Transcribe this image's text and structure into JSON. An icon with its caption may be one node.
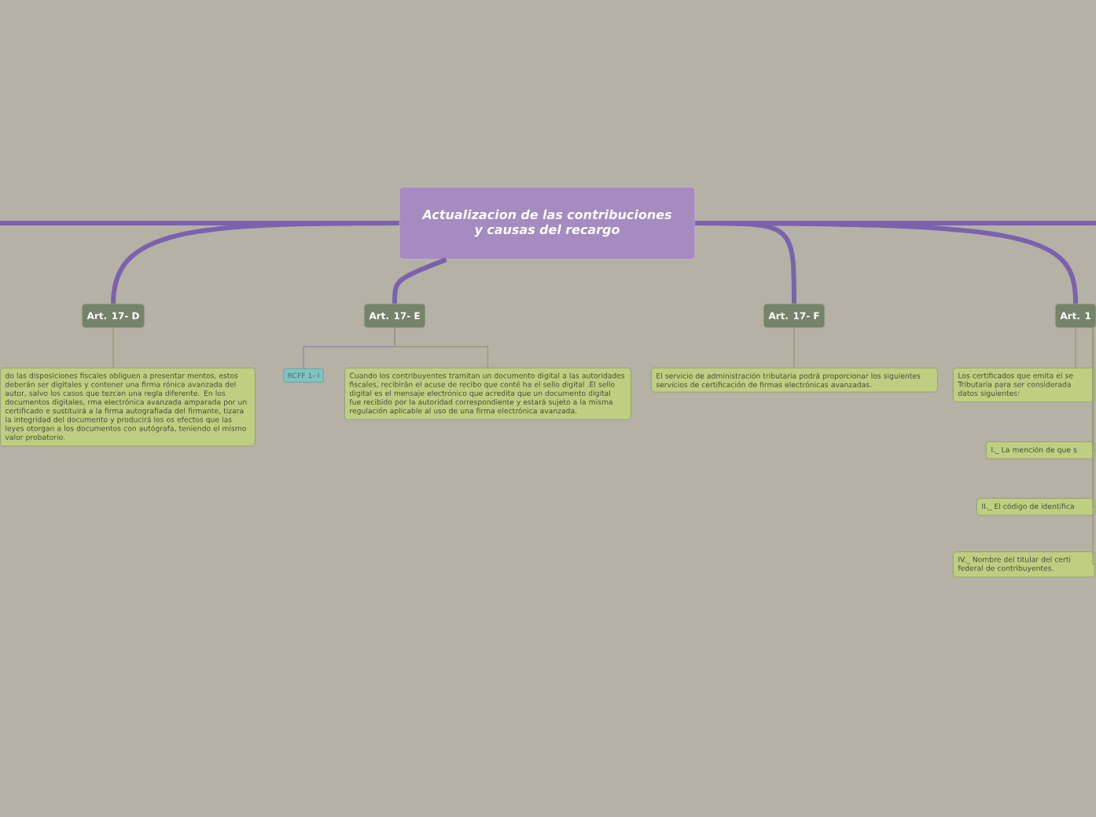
{
  "diagram": {
    "nodes": [
      {
        "text": [
          "Actualizacion de las contribuciones y causas del recargo"
        ]
      },
      {
        "text": [
          "Art. 17- D"
        ]
      },
      {
        "text": [
          "Art. 17- E"
        ]
      },
      {
        "text": [
          "Art. 17- F"
        ]
      },
      {
        "text": [
          "Art. 1"
        ]
      },
      {
        "text": [
          "do las disposiciones fiscales obliguen a presentar mentos, estos deberán ser digitales y contener una firma rónica avanzada del autor, salvo los casos que tezcan una regla diferente. En los documentos digitales, rma electrónica avanzada amparada por un certificado e sustituirá a la firma autografiada del firmante, tizara la integridad del documento y producirá los os efectos que las leyes otorgan a los documentos con autógrafa, teniendo el mismo valor probatorio."
        ]
      },
      {
        "text": [
          "RCFF 1- I"
        ]
      },
      {
        "text": [
          "Cuando los contribuyentes tramitan un documento digital a las autoridades fiscales, recibirán el acuse de recibo que conté ha el sello digital .El sello digital es el mensaje electrónico que acredita que un documento digital fue recibido por la autoridad correspondiente y estará sujeto a la misma regulación aplicable al uso de una firma electrónica avanzada."
        ]
      },
      {
        "text": [
          "El servicio de administración tributaria podrá proporcionar los siguientes servicios de certificación  de firmas electrónicas avanzadas."
        ]
      },
      {
        "text": [
          "Los certificados que emita el se Tributaria para ser considerada datos siguientes:"
        ]
      },
      {
        "text": [
          "I._ La mención de que s"
        ]
      },
      {
        "text": [
          "II._ El código de identifica"
        ]
      },
      {
        "text": [
          "IV._ Nombre del titular del certi federal de contribuyentes."
        ]
      }
    ],
    "edges": [
      {
        "from": 0,
        "to": null,
        "arrow": "none",
        "style": "thick",
        "color": "#7b62ad"
      },
      {
        "from": 0,
        "to": null,
        "arrow": "none",
        "style": "thick",
        "color": "#7b62ad"
      },
      {
        "from": 0,
        "to": 1,
        "arrow": "none",
        "style": "thick",
        "color": "#7b62ad"
      },
      {
        "from": 0,
        "to": 2,
        "arrow": "none",
        "style": "thick",
        "color": "#7b62ad"
      },
      {
        "from": 0,
        "to": 3,
        "arrow": "none",
        "style": "thick",
        "color": "#7b62ad"
      },
      {
        "from": 0,
        "to": 4,
        "arrow": "none",
        "style": "thick",
        "color": "#7b62ad"
      },
      {
        "from": 1,
        "to": 5,
        "arrow": "none"
      },
      {
        "from": 2,
        "to": 6,
        "arrow": "none",
        "color": "#8a7fbf"
      },
      {
        "from": 2,
        "to": 7,
        "arrow": "none"
      },
      {
        "from": 3,
        "to": 8,
        "arrow": "none"
      },
      {
        "from": 4,
        "to": 9,
        "arrow": "none"
      },
      {
        "from": 4,
        "to": 10,
        "arrow": "none"
      },
      {
        "from": 4,
        "to": 11,
        "arrow": "none"
      },
      {
        "from": 4,
        "to": 12,
        "arrow": "none"
      }
    ]
  }
}
